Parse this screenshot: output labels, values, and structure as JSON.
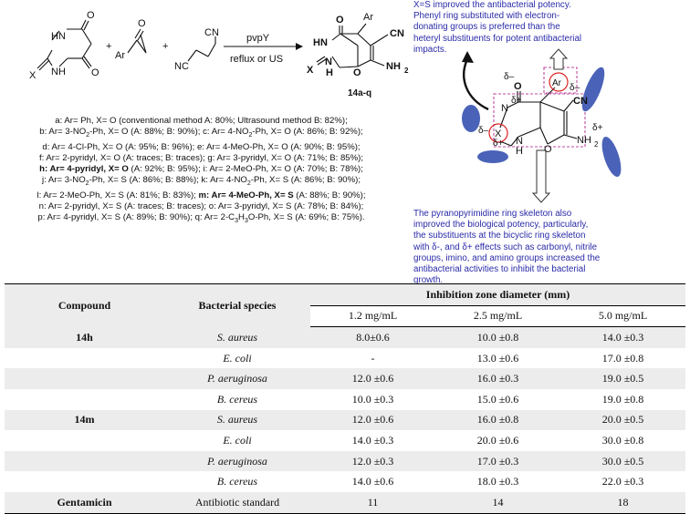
{
  "scheme": {
    "reactant1": {
      "atoms": [
        "O",
        "O",
        "HN",
        "NH",
        "X"
      ]
    },
    "reactant2": {
      "atoms": [
        "Ar",
        "O"
      ]
    },
    "reactant3": {
      "atoms": [
        "CN",
        "NC"
      ]
    },
    "plus": "+",
    "reagent": "pvpY",
    "conditions": "reflux or US",
    "product": {
      "atoms": [
        "O",
        "Ar",
        "CN",
        "HN",
        "X",
        "N",
        "H",
        "O",
        "NH",
        "2"
      ],
      "label": "14a-q"
    },
    "sar_structure": {
      "atoms": [
        "O",
        "Ar",
        "CN",
        "N",
        "X",
        "N",
        "H",
        "O",
        "NH",
        "2"
      ],
      "charges": [
        "δ–",
        "δ–",
        "δ+",
        "δ–",
        "δ+",
        "δ+"
      ]
    }
  },
  "conditions_lines": [
    [
      {
        "t": "a: Ar= Ph, X= O (conventional method A: 80%; Ultrasound method B: 82%);"
      }
    ],
    [
      {
        "t": "b: Ar= 3-NO"
      },
      {
        "t": "2",
        "sub": true
      },
      {
        "t": "-Ph, X= O (A: 88%; B: 90%); c: Ar= 4-NO"
      },
      {
        "t": "2",
        "sub": true
      },
      {
        "t": "-Ph, X= O (A: 86%; B: 92%);"
      }
    ],
    [
      {
        "t": "d: Ar= 4-Cl-Ph, X= O (A: 95%; B: 96%); e: Ar= 4-MeO-Ph, X= O (A: 90%; B: 95%);"
      }
    ],
    [
      {
        "t": "f: Ar= 2-pyridyl, X= O (A: traces; B: traces); g: Ar= 3-pyridyl, X= O (A: 71%; B: 85%);"
      }
    ],
    [
      {
        "t": "h: Ar= 4-pyridyl, X= O",
        "b": true
      },
      {
        "t": " (A: 92%; B: 95%); i: Ar= 2-MeO-Ph, X= O (A: 70%; B: 78%);"
      }
    ],
    [
      {
        "t": "j: Ar= 3-NO"
      },
      {
        "t": "2",
        "sub": true
      },
      {
        "t": "-Ph, X= S (A: 86%; B: 88%); k: Ar= 4-NO"
      },
      {
        "t": "2",
        "sub": true
      },
      {
        "t": "-Ph, X= S (A: 86%; B: 90%);"
      }
    ],
    [
      {
        "t": "l: Ar= 2-MeO-Ph, X= S (A: 81%; B: 83%); "
      },
      {
        "t": "m: Ar= 4-MeO-Ph, X= S",
        "b": true
      },
      {
        "t": " (A: 88%; B: 90%);"
      }
    ],
    [
      {
        "t": "n: Ar= 2-pyridyl, X= S (A: traces; B: traces); o: Ar= 3-pyridyl, X= S (A: 78%; B: 84%);"
      }
    ],
    [
      {
        "t": "p: Ar= 4-pyridyl, X= S (A: 89%; B: 90%); q: Ar= 2-C"
      },
      {
        "t": "3",
        "sub": true
      },
      {
        "t": "H"
      },
      {
        "t": "3",
        "sub": true
      },
      {
        "t": "O-Ph, X= S (A: 69%; B: 75%)."
      }
    ]
  ],
  "note_top": [
    "X=S improved the antibacterial potency.",
    "Phenyl ring substituted with electron-",
    "donating groups is preferred than the",
    "heteryl substituents for potent antibacterial",
    "impacts."
  ],
  "note_bottom": [
    "The pyranopyrimidine ring skeleton also",
    "improved the biological potency, particularly,",
    "the substituents at the bicyclic ring skeleton",
    "with δ-, and δ+ effects such as carbonyl, nitrile",
    "groups, imino, and amino groups increased the",
    "antibacterial activities to inhibit the bacterial",
    "growth."
  ],
  "table": {
    "headers": {
      "compound": "Compound",
      "species": "Bacterial species",
      "group": "Inhibition zone diameter (mm)",
      "conc": [
        "1.2 mg/mL",
        "2.5 mg/mL",
        "5.0 mg/mL"
      ]
    },
    "rows": [
      {
        "compound": "14h",
        "species": "S. aureus",
        "italic": true,
        "values": [
          "8.0±0.6",
          "10.0 ±0.8",
          "14.0 ±0.3"
        ]
      },
      {
        "compound": "",
        "species": "E. coli",
        "italic": true,
        "values": [
          "-",
          "13.0 ±0.6",
          "17.0 ±0.8"
        ]
      },
      {
        "compound": "",
        "species": "P. aeruginosa",
        "italic": true,
        "values": [
          "12.0 ±0.6",
          "16.0 ±0.3",
          "19.0 ±0.5"
        ]
      },
      {
        "compound": "",
        "species": "B. cereus",
        "italic": true,
        "values": [
          "10.0 ±0.3",
          "15.0 ±0.6",
          "19.0 ±0.8"
        ]
      },
      {
        "compound": "14m",
        "species": "S. aureus",
        "italic": true,
        "values": [
          "12.0 ±0.6",
          "16.0 ±0.8",
          "20.0 ±0.5"
        ]
      },
      {
        "compound": "",
        "species": "E. coli",
        "italic": true,
        "values": [
          "14.0 ±0.3",
          "20.0 ±0.6",
          "30.0 ±0.8"
        ]
      },
      {
        "compound": "",
        "species": "P. aeruginosa",
        "italic": true,
        "values": [
          "12.0 ±0.3",
          "17.0 ±0.3",
          "30.0 ±0.5"
        ]
      },
      {
        "compound": "",
        "species": "B. cereus",
        "italic": true,
        "values": [
          "14.0 ±0.6",
          "18.0 ±0.3",
          "22.0 ±0.3"
        ]
      },
      {
        "compound": "Gentamicin",
        "species": "Antibiotic standard",
        "italic": false,
        "values": [
          "11",
          "14",
          "18"
        ]
      }
    ]
  }
}
